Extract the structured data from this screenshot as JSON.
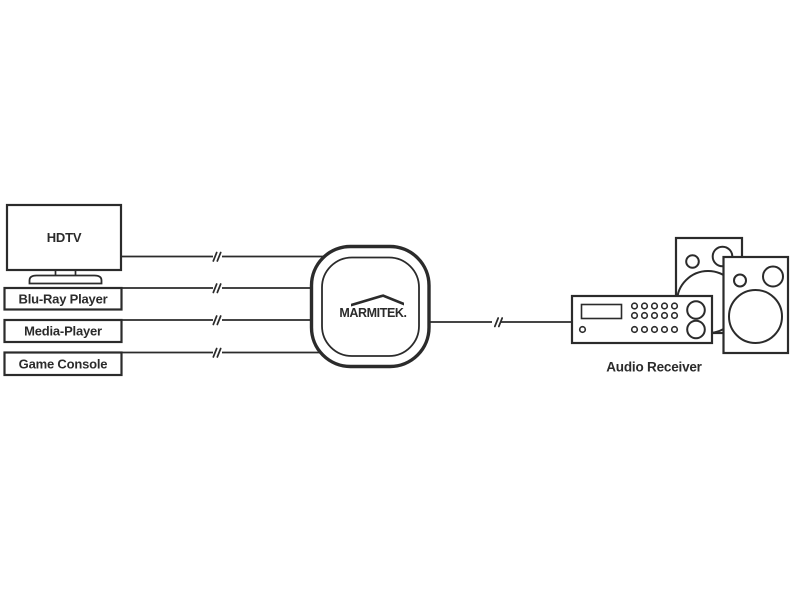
{
  "diagram": {
    "sources": [
      {
        "label": "HDTV"
      },
      {
        "label": "Blu-Ray Player"
      },
      {
        "label": "Media-Player"
      },
      {
        "label": "Game Console"
      }
    ],
    "hub": {
      "brand": "MARMITEK."
    },
    "receiver": {
      "label": "Audio Receiver"
    },
    "links": [
      {
        "from": "HDTV",
        "to": "hub",
        "break_mark": true
      },
      {
        "from": "Blu-Ray Player",
        "to": "hub",
        "break_mark": true
      },
      {
        "from": "Media-Player",
        "to": "hub",
        "break_mark": true
      },
      {
        "from": "Game Console",
        "to": "hub",
        "break_mark": true
      },
      {
        "from": "hub",
        "to": "Audio Receiver",
        "break_mark": true
      }
    ],
    "colors": {
      "stroke": "#2b2b2b",
      "background": "#ffffff"
    }
  }
}
